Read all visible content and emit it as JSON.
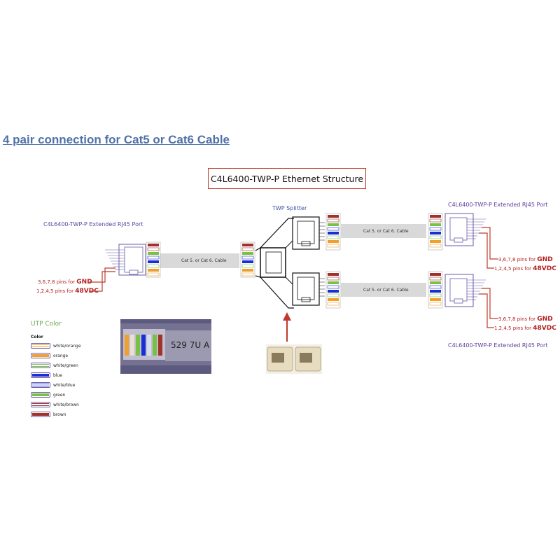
{
  "heading": "4 pair connection for Cat5 or Cat6 Cable",
  "title": "C4L6400-TWP-P Ethernet Structure",
  "splitter_label": "TWP Splitter",
  "ports": {
    "left": "C4L6400-TWP-P Extended RJ45 Port",
    "right_top": "C4L6400-TWP-P Extended RJ45 Port",
    "right_bottom": "C4L6400-TWP-P Extended RJ45 Port"
  },
  "pins": {
    "gnd_prefix": "3,6,7,8 pins for",
    "gnd_value": "GND",
    "vdc_prefix": "1,2,4,5 pins for",
    "vdc_value": "48VDC"
  },
  "cable_label": "Cat 5. or Cat 6. Cable",
  "photo_print": "529 7U A",
  "utp": {
    "title": "UTP Color",
    "legend_title": "Color",
    "items": [
      {
        "label": "white/orange",
        "color": "#f0a030",
        "striped": true
      },
      {
        "label": "orange",
        "color": "#f0a030",
        "striped": false
      },
      {
        "label": "white/green",
        "color": "#7ac143",
        "striped": true
      },
      {
        "label": "blue",
        "color": "#1a2ed6",
        "striped": false
      },
      {
        "label": "white/blue",
        "color": "#1a2ed6",
        "striped": true
      },
      {
        "label": "green",
        "color": "#7ac143",
        "striped": false
      },
      {
        "label": "white/brown",
        "color": "#a0322d",
        "striped": true
      },
      {
        "label": "brown",
        "color": "#a0322d",
        "striped": false
      }
    ]
  },
  "colors": {
    "accent_red": "#c0392b",
    "port_purple": "#5a3f9a",
    "heading_blue": "#4f71a8",
    "utp_green": "#6aa84f",
    "cable_gray": "#d9d9d9"
  }
}
